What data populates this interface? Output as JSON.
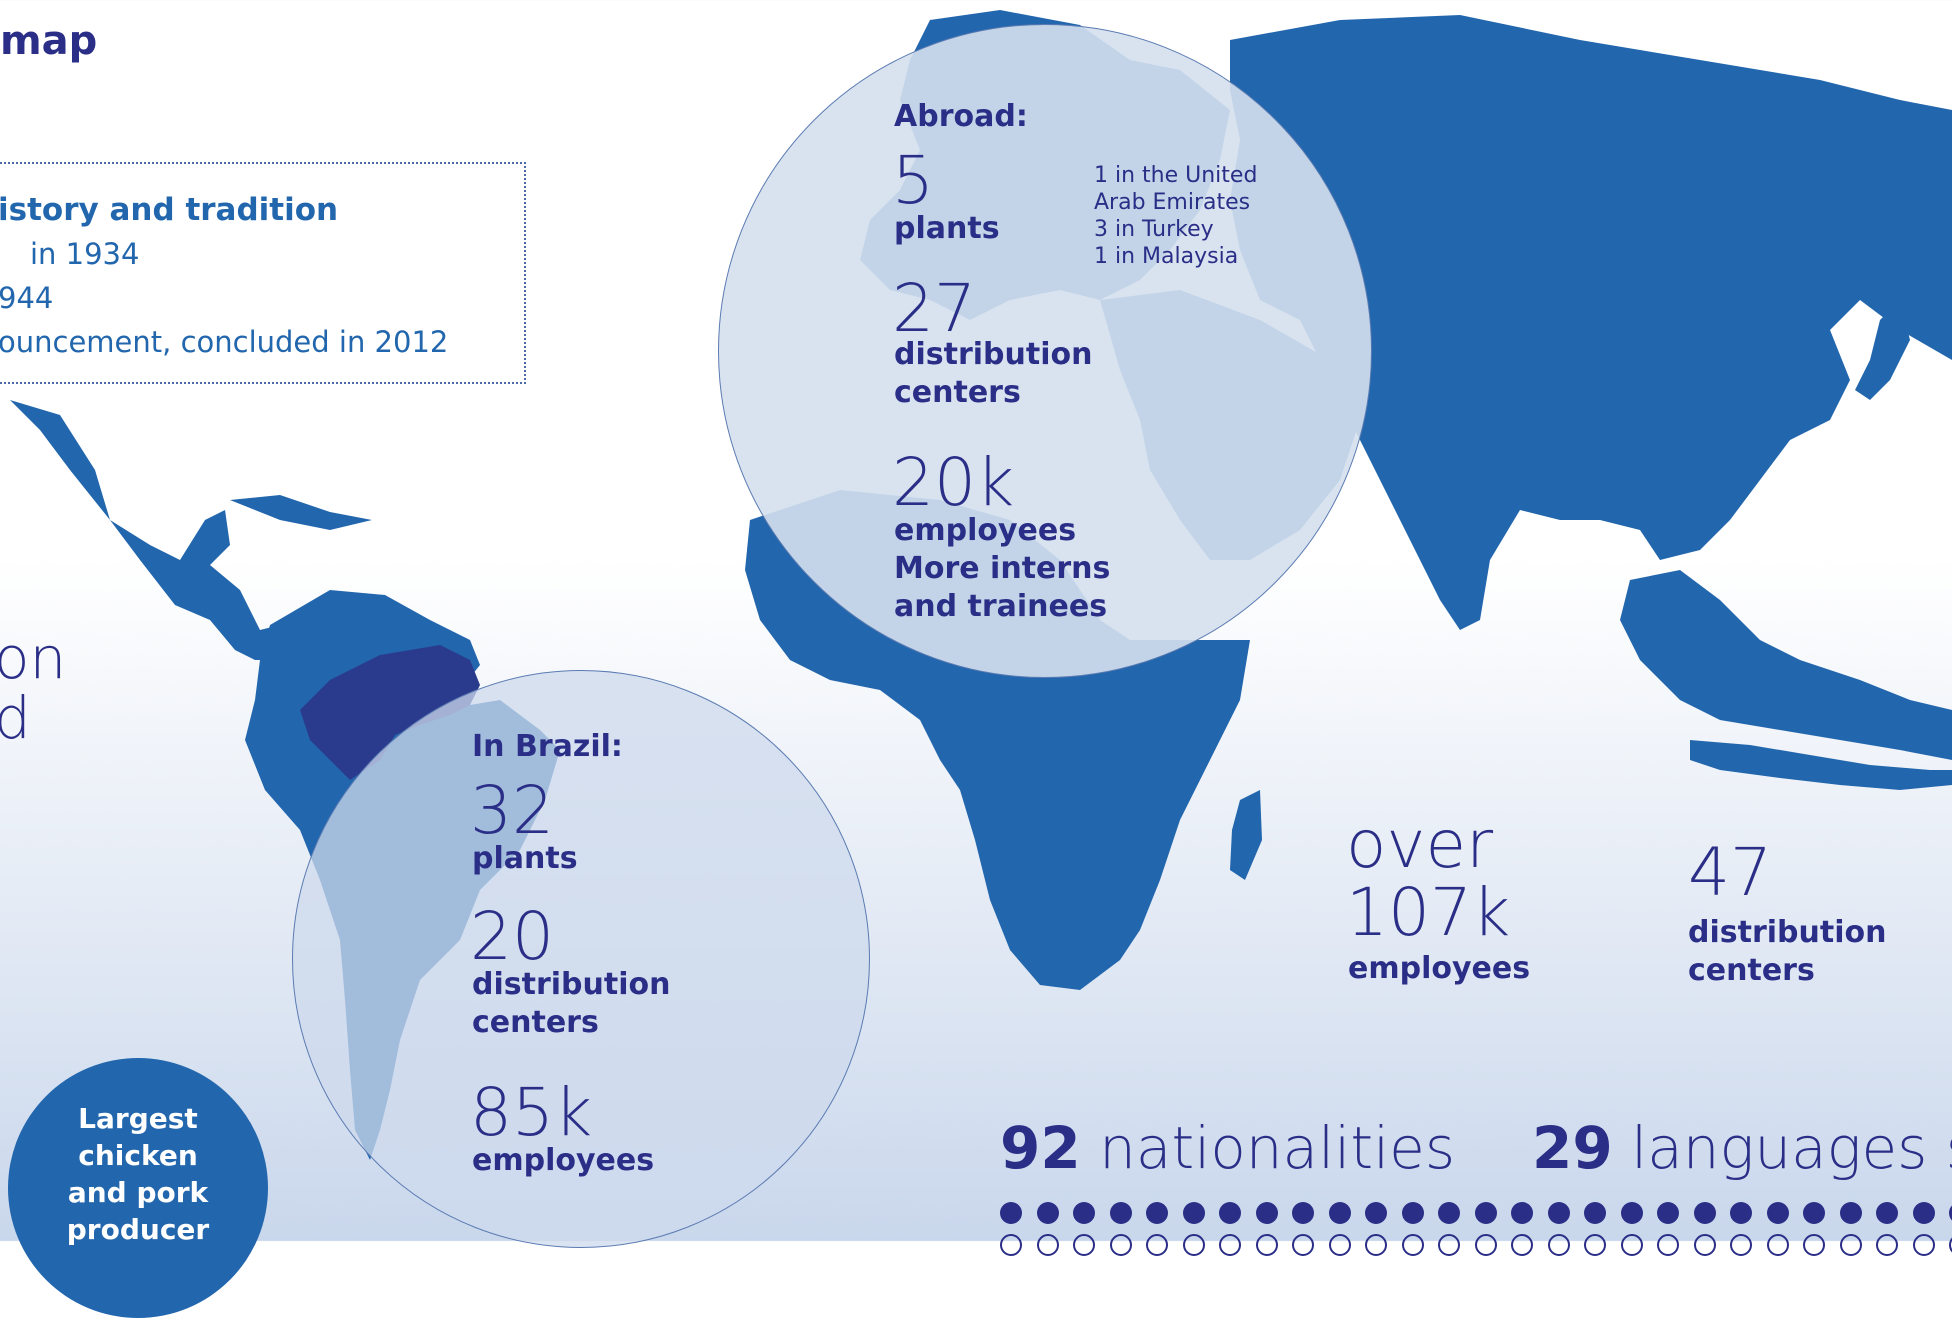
{
  "title": "map",
  "history": {
    "heading": "istory and tradition",
    "lines": [
      "in 1934",
      "944",
      "ouncement, concluded in 2012"
    ]
  },
  "side_words": [
    "on",
    "d"
  ],
  "abroad": {
    "heading": "Abroad:",
    "plants_num": "5",
    "plants_lbl": "plants",
    "plants_detail": [
      "1 in the United",
      "Arab Emirates",
      "3 in Turkey",
      "1 in Malaysia"
    ],
    "dc_num": "27",
    "dc_lbl1": "distribution",
    "dc_lbl2": "centers",
    "emp_num": "20k",
    "emp_lbl": "employees",
    "interns1": "More interns",
    "interns2": "and trainees"
  },
  "brazil": {
    "heading": "In Brazil:",
    "plants_num": "32",
    "plants_lbl": "plants",
    "dc_num": "20",
    "dc_lbl1": "distribution",
    "dc_lbl2": "centers",
    "emp_num": "85k",
    "emp_lbl": "employees"
  },
  "global": {
    "over": "over",
    "emp_num": "107k",
    "emp_lbl": "employees",
    "dc_num": "47",
    "dc_lbl1": "distribution",
    "dc_lbl2": "centers"
  },
  "badge": [
    "Largest",
    "chicken",
    "and pork",
    "producer"
  ],
  "bottom": {
    "nat_num": "92",
    "nat_lbl": "nationalities",
    "lang_num": "29",
    "lang_lbl": "languages s"
  },
  "colors": {
    "map_blue": "#2266ad",
    "brazil_dark": "#2a3a8c",
    "circle_fill": "#d5e0ee",
    "text_navy": "#2a2e87"
  }
}
